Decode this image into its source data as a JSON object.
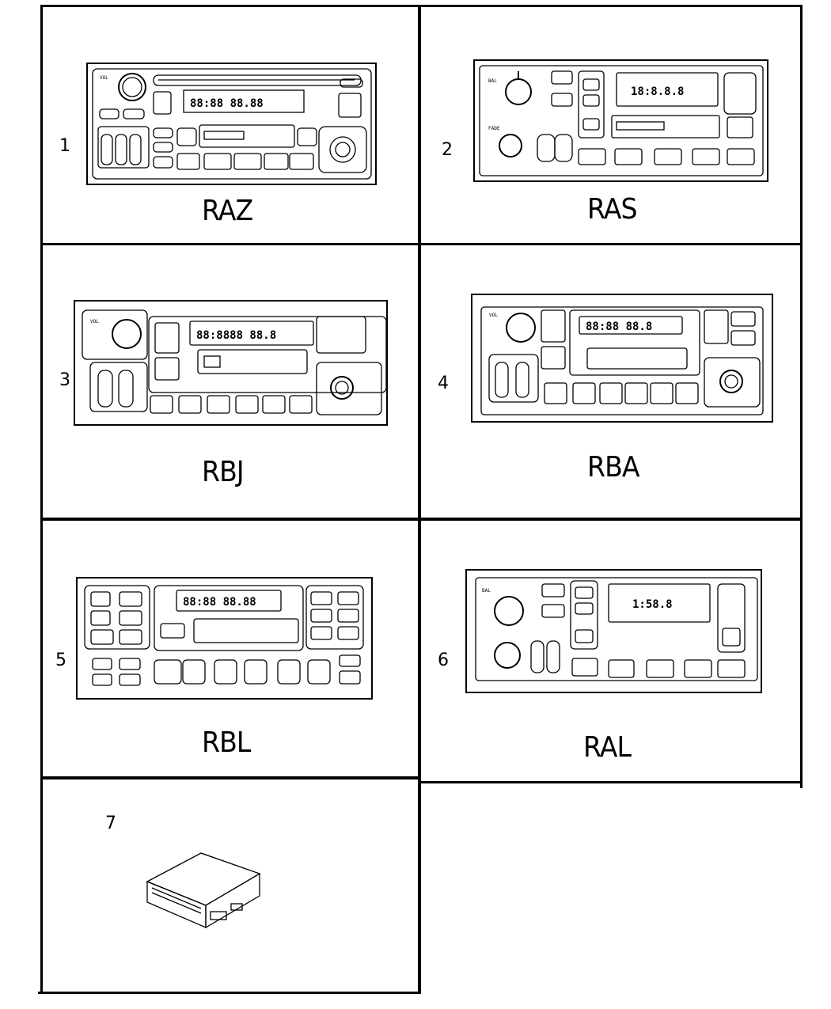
{
  "title": "",
  "items": [
    {
      "number": "1",
      "code": "RAZ"
    },
    {
      "number": "2",
      "code": "RAS"
    },
    {
      "number": "3",
      "code": "RBJ"
    },
    {
      "number": "4",
      "code": "RBA"
    },
    {
      "number": "5",
      "code": "RBL"
    },
    {
      "number": "6",
      "code": "RAL"
    },
    {
      "number": "7",
      "code": ""
    }
  ]
}
